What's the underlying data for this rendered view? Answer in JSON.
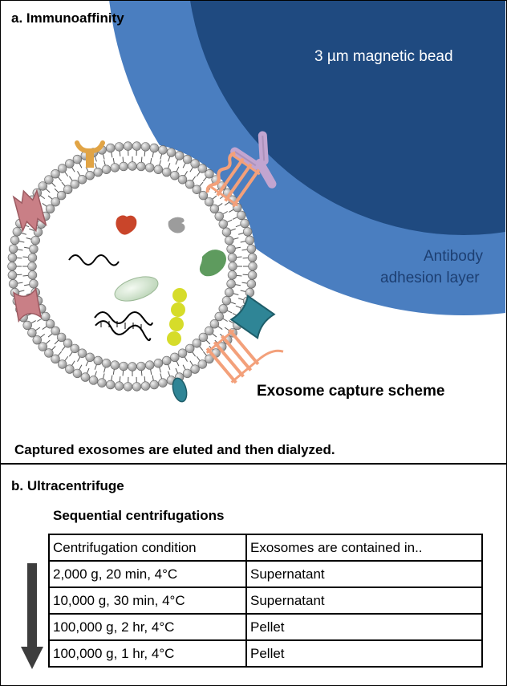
{
  "panel_a": {
    "title": "a. Immunoaffinity",
    "bead_label": "3 µm magnetic bead",
    "adhesion_label_line1": "Antibody",
    "adhesion_label_line2": "adhesion layer",
    "capture_label": "Exosome capture scheme",
    "elution_note": "Captured exosomes are eluted and then dialyzed."
  },
  "panel_b": {
    "title": "b. Ultracentrifuge",
    "table_title": "Sequential centrifugations",
    "headers": [
      "Centrifugation condition",
      "Exosomes are contained in.."
    ],
    "rows": [
      [
        "2,000 g, 20 min, 4°C",
        "Supernatant"
      ],
      [
        "10,000 g, 30 min, 4°C",
        "Supernatant"
      ],
      [
        "100,000 g, 2 hr,  4°C",
        "Pellet"
      ],
      [
        "100,000 g, 1 hr, 4°C",
        "Pellet"
      ]
    ]
  },
  "colors": {
    "adhesion_layer": "#4a7ec0",
    "magnetic_bead": "#1f4a80",
    "lipid_head": "#b3b3b3",
    "receptor_orange": "#f3a07a",
    "antibody": "#c2a5d0",
    "protein_teal": "#2f8596",
    "protein_pink": "#c97f86",
    "protein_amber": "#e1a445",
    "cargo_red": "#c9452a",
    "cargo_green": "#5e9b5e",
    "cargo_yellow": "#d6dc2a",
    "arrow": "#3d3d3d"
  }
}
